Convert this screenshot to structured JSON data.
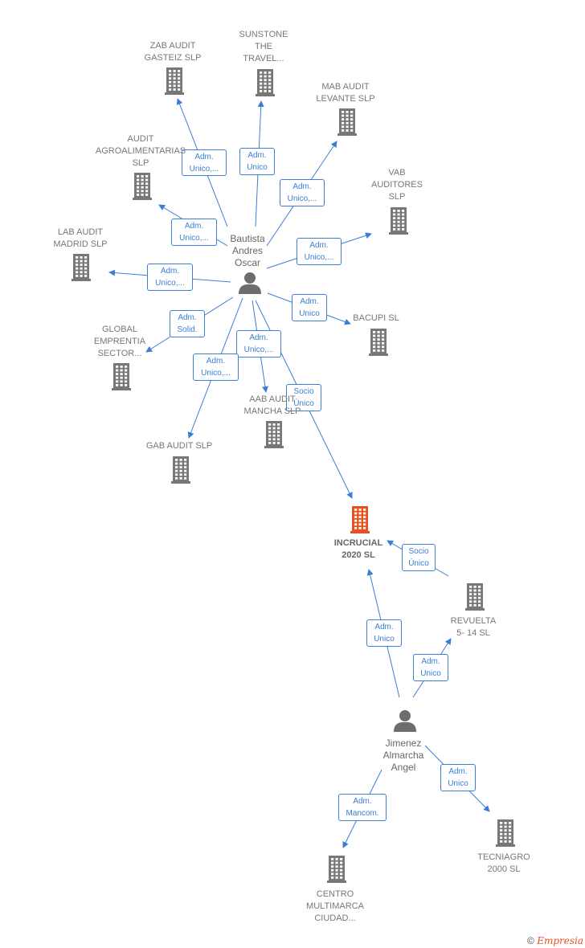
{
  "persons": [
    {
      "id": "bautista",
      "label": "Bautista\nAndres\nOscar"
    },
    {
      "id": "jimenez",
      "label": "Jimenez\nAlmarcha\nAngel"
    }
  ],
  "companies": [
    {
      "id": "zab",
      "label": "ZAB AUDIT\nGASTEIZ  SLP"
    },
    {
      "id": "sunstone",
      "label": "SUNSTONE\nTHE\nTRAVEL..."
    },
    {
      "id": "mab",
      "label": "MAB AUDIT\nLEVANTE  SLP"
    },
    {
      "id": "agro",
      "label": "AUDIT\nAGROALIMENTARIAS\nSLP"
    },
    {
      "id": "vab",
      "label": "VAB\nAUDITORES\nSLP"
    },
    {
      "id": "lab",
      "label": "LAB AUDIT\nMADRID  SLP"
    },
    {
      "id": "bacupi",
      "label": "BACUPI  SL"
    },
    {
      "id": "global",
      "label": "GLOBAL\nEMPRENTIA\nSECTOR..."
    },
    {
      "id": "aab",
      "label": "AAB AUDIT\nMANCHA  SLP"
    },
    {
      "id": "gab",
      "label": "GAB AUDIT  SLP"
    },
    {
      "id": "incrucial",
      "label": "INCRUCIAL\n2020  SL",
      "focus": true
    },
    {
      "id": "revuelta",
      "label": "REVUELTA\n5- 14  SL"
    },
    {
      "id": "tecniagro",
      "label": "TECNIAGRO\n2000 SL"
    },
    {
      "id": "centro",
      "label": "CENTRO\nMULTIMARCA\nCIUDAD..."
    }
  ],
  "edges": [
    {
      "from": "bautista",
      "to": "zab",
      "label": "Adm.\nUnico,..."
    },
    {
      "from": "bautista",
      "to": "sunstone",
      "label": "Adm.\nUnico"
    },
    {
      "from": "bautista",
      "to": "mab",
      "label": "Adm.\nUnico,..."
    },
    {
      "from": "bautista",
      "to": "agro",
      "label": "Adm.\nUnico,..."
    },
    {
      "from": "bautista",
      "to": "vab",
      "label": "Adm.\nUnico,..."
    },
    {
      "from": "bautista",
      "to": "lab",
      "label": "Adm.\nUnico,..."
    },
    {
      "from": "bautista",
      "to": "bacupi",
      "label": "Adm.\nUnico"
    },
    {
      "from": "bautista",
      "to": "global",
      "label": "Adm.\nSolid."
    },
    {
      "from": "bautista",
      "to": "aab",
      "label": "Adm.\nUnico,..."
    },
    {
      "from": "bautista",
      "to": "gab",
      "label": "Adm.\nUnico,..."
    },
    {
      "from": "bautista",
      "to": "incrucial",
      "label": "Socio\nÚnico"
    },
    {
      "from": "revuelta",
      "to": "incrucial",
      "label": "Socio\nÚnico"
    },
    {
      "from": "jimenez",
      "to": "incrucial",
      "label": "Adm.\nUnico"
    },
    {
      "from": "jimenez",
      "to": "revuelta",
      "label": "Adm.\nUnico"
    },
    {
      "from": "jimenez",
      "to": "tecniagro",
      "label": "Adm.\nUnico"
    },
    {
      "from": "jimenez",
      "to": "centro",
      "label": "Adm.\nMancom."
    }
  ],
  "colors": {
    "edge": "#3a7fd5",
    "building": "#777777",
    "focus_building": "#e8501e",
    "person": "#6d6d6d"
  },
  "footer": {
    "copyright": "©",
    "brand": "Empresia"
  }
}
